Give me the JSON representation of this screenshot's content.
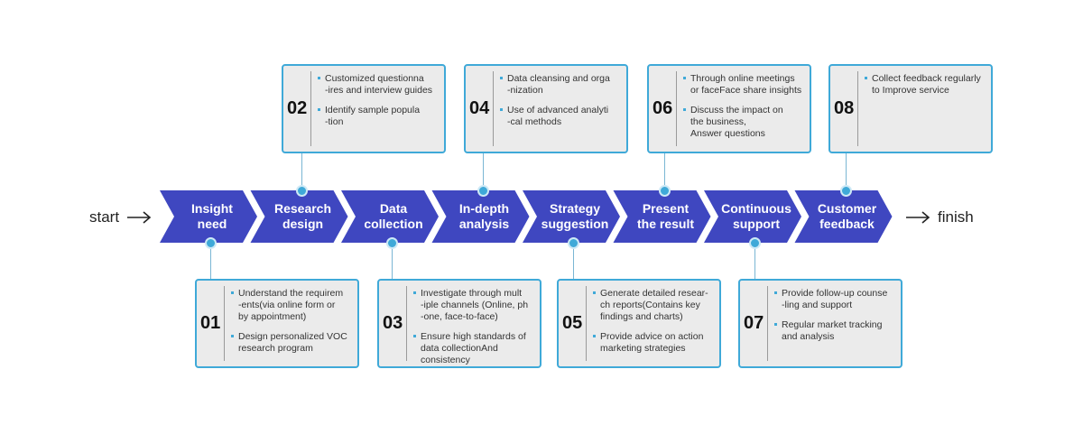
{
  "start_label": "start",
  "finish_label": "finish",
  "colors": {
    "chevron": "#3f47c0",
    "accent": "#3fa9d8",
    "card_bg": "#ebebeb"
  },
  "steps": [
    {
      "label": "Insight\nneed"
    },
    {
      "label": "Research\ndesign"
    },
    {
      "label": "Data\ncollection"
    },
    {
      "label": "In-depth\nanalysis"
    },
    {
      "label": "Strategy\nsuggestion"
    },
    {
      "label": "Present\nthe result"
    },
    {
      "label": "Continuous\nsupport"
    },
    {
      "label": "Customer\nfeedback"
    }
  ],
  "cards": [
    {
      "number": "01",
      "items": [
        "Understand the requirem\n-ents(via online form or\nby appointment)",
        "Design personalized VOC\nresearch program"
      ]
    },
    {
      "number": "02",
      "items": [
        "Customized questionna\n-ires and interview guides",
        "Identify sample popula\n-tion"
      ]
    },
    {
      "number": "03",
      "items": [
        "Investigate through mult\n-iple channels (Online, ph\n-one, face-to-face)",
        "Ensure high standards of\ndata collectionAnd\nconsistency"
      ]
    },
    {
      "number": "04",
      "items": [
        "Data cleansing and orga\n-nization",
        "Use of advanced analyti\n-cal methods"
      ]
    },
    {
      "number": "05",
      "items": [
        "Generate detailed resear-\nch reports(Contains key\nfindings and charts)",
        "Provide advice on action\nmarketing strategies"
      ]
    },
    {
      "number": "06",
      "items": [
        "Through online meetings\nor faceFace share insights",
        "Discuss the impact on\nthe business,\nAnswer questions"
      ]
    },
    {
      "number": "07",
      "items": [
        "Provide follow-up counse\n-ling and support",
        "Regular market tracking\nand analysis"
      ]
    },
    {
      "number": "08",
      "items": [
        "Collect feedback regularly\n to  Improve service"
      ]
    }
  ]
}
